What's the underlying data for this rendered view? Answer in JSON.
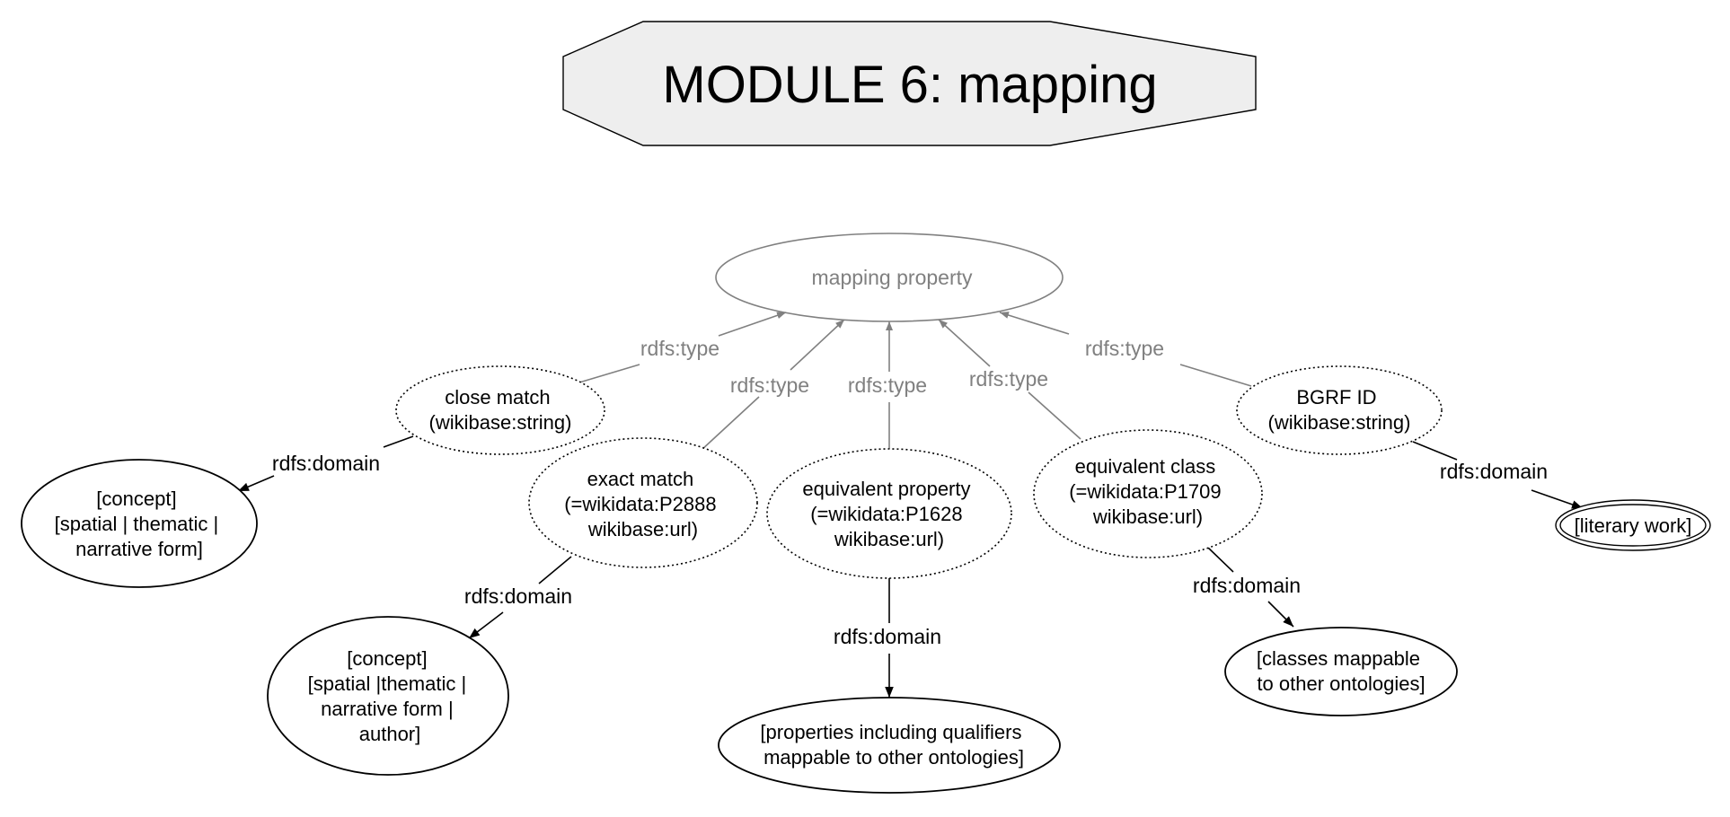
{
  "title": "MODULE 6: mapping",
  "root": "mapping property",
  "properties": [
    {
      "id": "close",
      "lines": [
        "close match",
        "(wikibase:string)"
      ]
    },
    {
      "id": "exact",
      "lines": [
        "exact match",
        "(=wikidata:P2888",
        "wikibase:url)"
      ]
    },
    {
      "id": "eqprop",
      "lines": [
        "equivalent property",
        "(=wikidata:P1628",
        "wikibase:url)"
      ]
    },
    {
      "id": "eqclass",
      "lines": [
        "equivalent class",
        "(=wikidata:P1709",
        "wikibase:url)"
      ]
    },
    {
      "id": "bgrf",
      "lines": [
        "BGRF ID",
        "(wikibase:string)"
      ]
    }
  ],
  "domains": [
    {
      "id": "concept1",
      "lines": [
        "[concept]",
        "[spatial | thematic |",
        "narrative form]"
      ]
    },
    {
      "id": "concept2",
      "lines": [
        "[concept]",
        "[spatial |thematic |",
        "narrative form |",
        "author]"
      ]
    },
    {
      "id": "props",
      "lines": [
        "[properties including qualifiers",
        "mappable to other ontologies]"
      ]
    },
    {
      "id": "classes",
      "lines": [
        "[classes mappable",
        "to other ontologies]"
      ]
    },
    {
      "id": "literary",
      "lines": [
        "[literary work]"
      ]
    }
  ],
  "edge_labels": {
    "type": "rdfs:type",
    "domain": "rdfs:domain"
  }
}
